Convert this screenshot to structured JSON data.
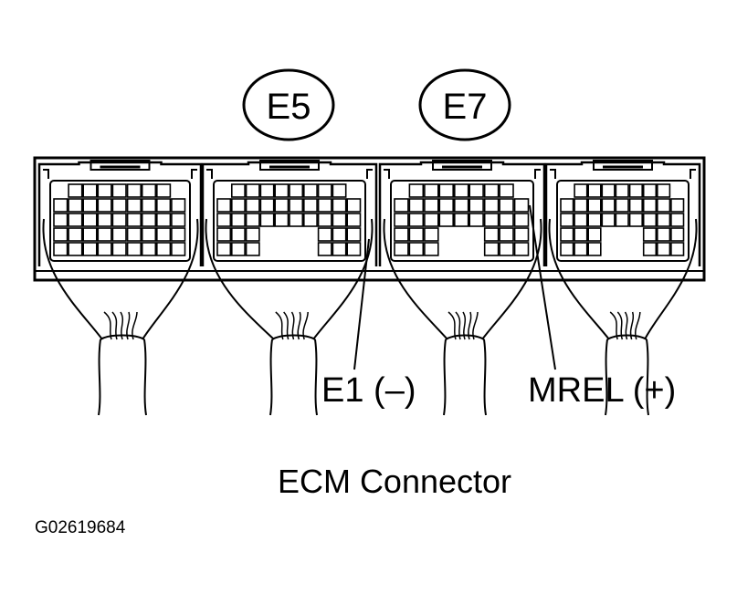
{
  "connector_tags": {
    "e5": "E5",
    "e7": "E7"
  },
  "pin_labels": {
    "e1": "E1 (–)",
    "mrel": "MREL (+)"
  },
  "caption": "ECM Connector",
  "figure_code": "G02619684",
  "colors": {
    "line": "#000000",
    "background": "#ffffff"
  }
}
